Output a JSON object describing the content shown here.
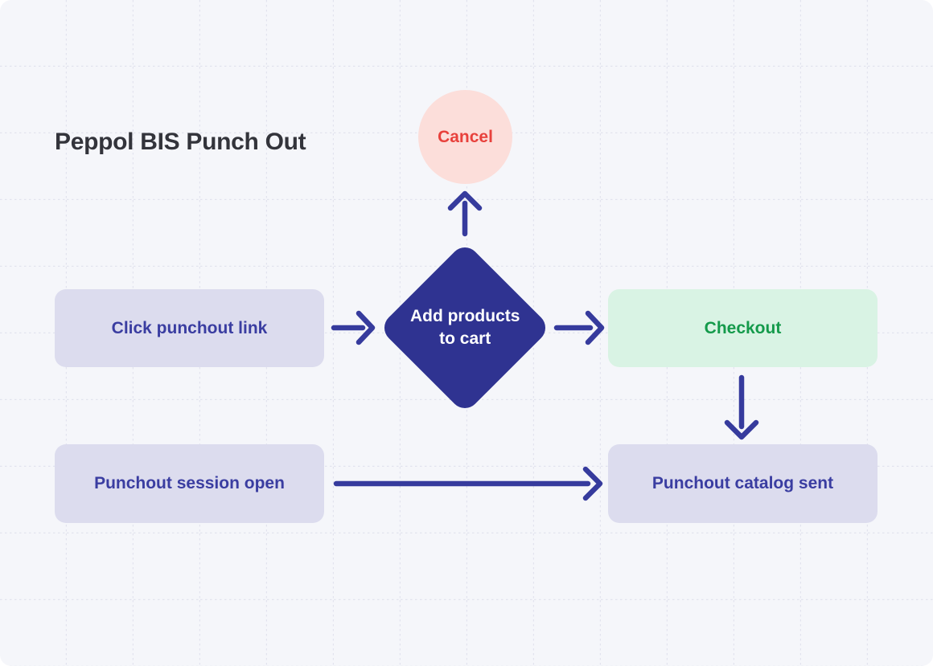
{
  "title": "Peppol BIS Punch Out",
  "nodes": {
    "click_punchout_link": {
      "label": "Click punchout link",
      "shape": "rounded-rect"
    },
    "add_products_to_cart": {
      "label": "Add products to cart",
      "shape": "diamond"
    },
    "checkout": {
      "label": "Checkout",
      "shape": "rounded-rect"
    },
    "cancel": {
      "label": "Cancel",
      "shape": "circle"
    },
    "punchout_session_open": {
      "label": "Punchout session open",
      "shape": "rounded-rect"
    },
    "punchout_catalog_sent": {
      "label": "Punchout catalog sent",
      "shape": "rounded-rect"
    }
  },
  "edges": [
    {
      "from": "click_punchout_link",
      "to": "add_products_to_cart",
      "direction": "right"
    },
    {
      "from": "add_products_to_cart",
      "to": "cancel",
      "direction": "up"
    },
    {
      "from": "add_products_to_cart",
      "to": "checkout",
      "direction": "right"
    },
    {
      "from": "checkout",
      "to": "punchout_catalog_sent",
      "direction": "down"
    },
    {
      "from": "punchout_session_open",
      "to": "punchout_catalog_sent",
      "direction": "right"
    }
  ],
  "colors": {
    "canvas_background": "#f5f6fa",
    "grid_line": "#e2e3ee",
    "process_fill": "#dcdcee",
    "process_text": "#3a3da1",
    "decision_fill": "#2f3391",
    "decision_text": "#ffffff",
    "terminator_fill": "#fcdeda",
    "terminator_text": "#e8413c",
    "success_fill": "#d9f3e4",
    "success_text": "#149a4b",
    "arrow": "#363b9d",
    "title_text": "#33343b"
  }
}
